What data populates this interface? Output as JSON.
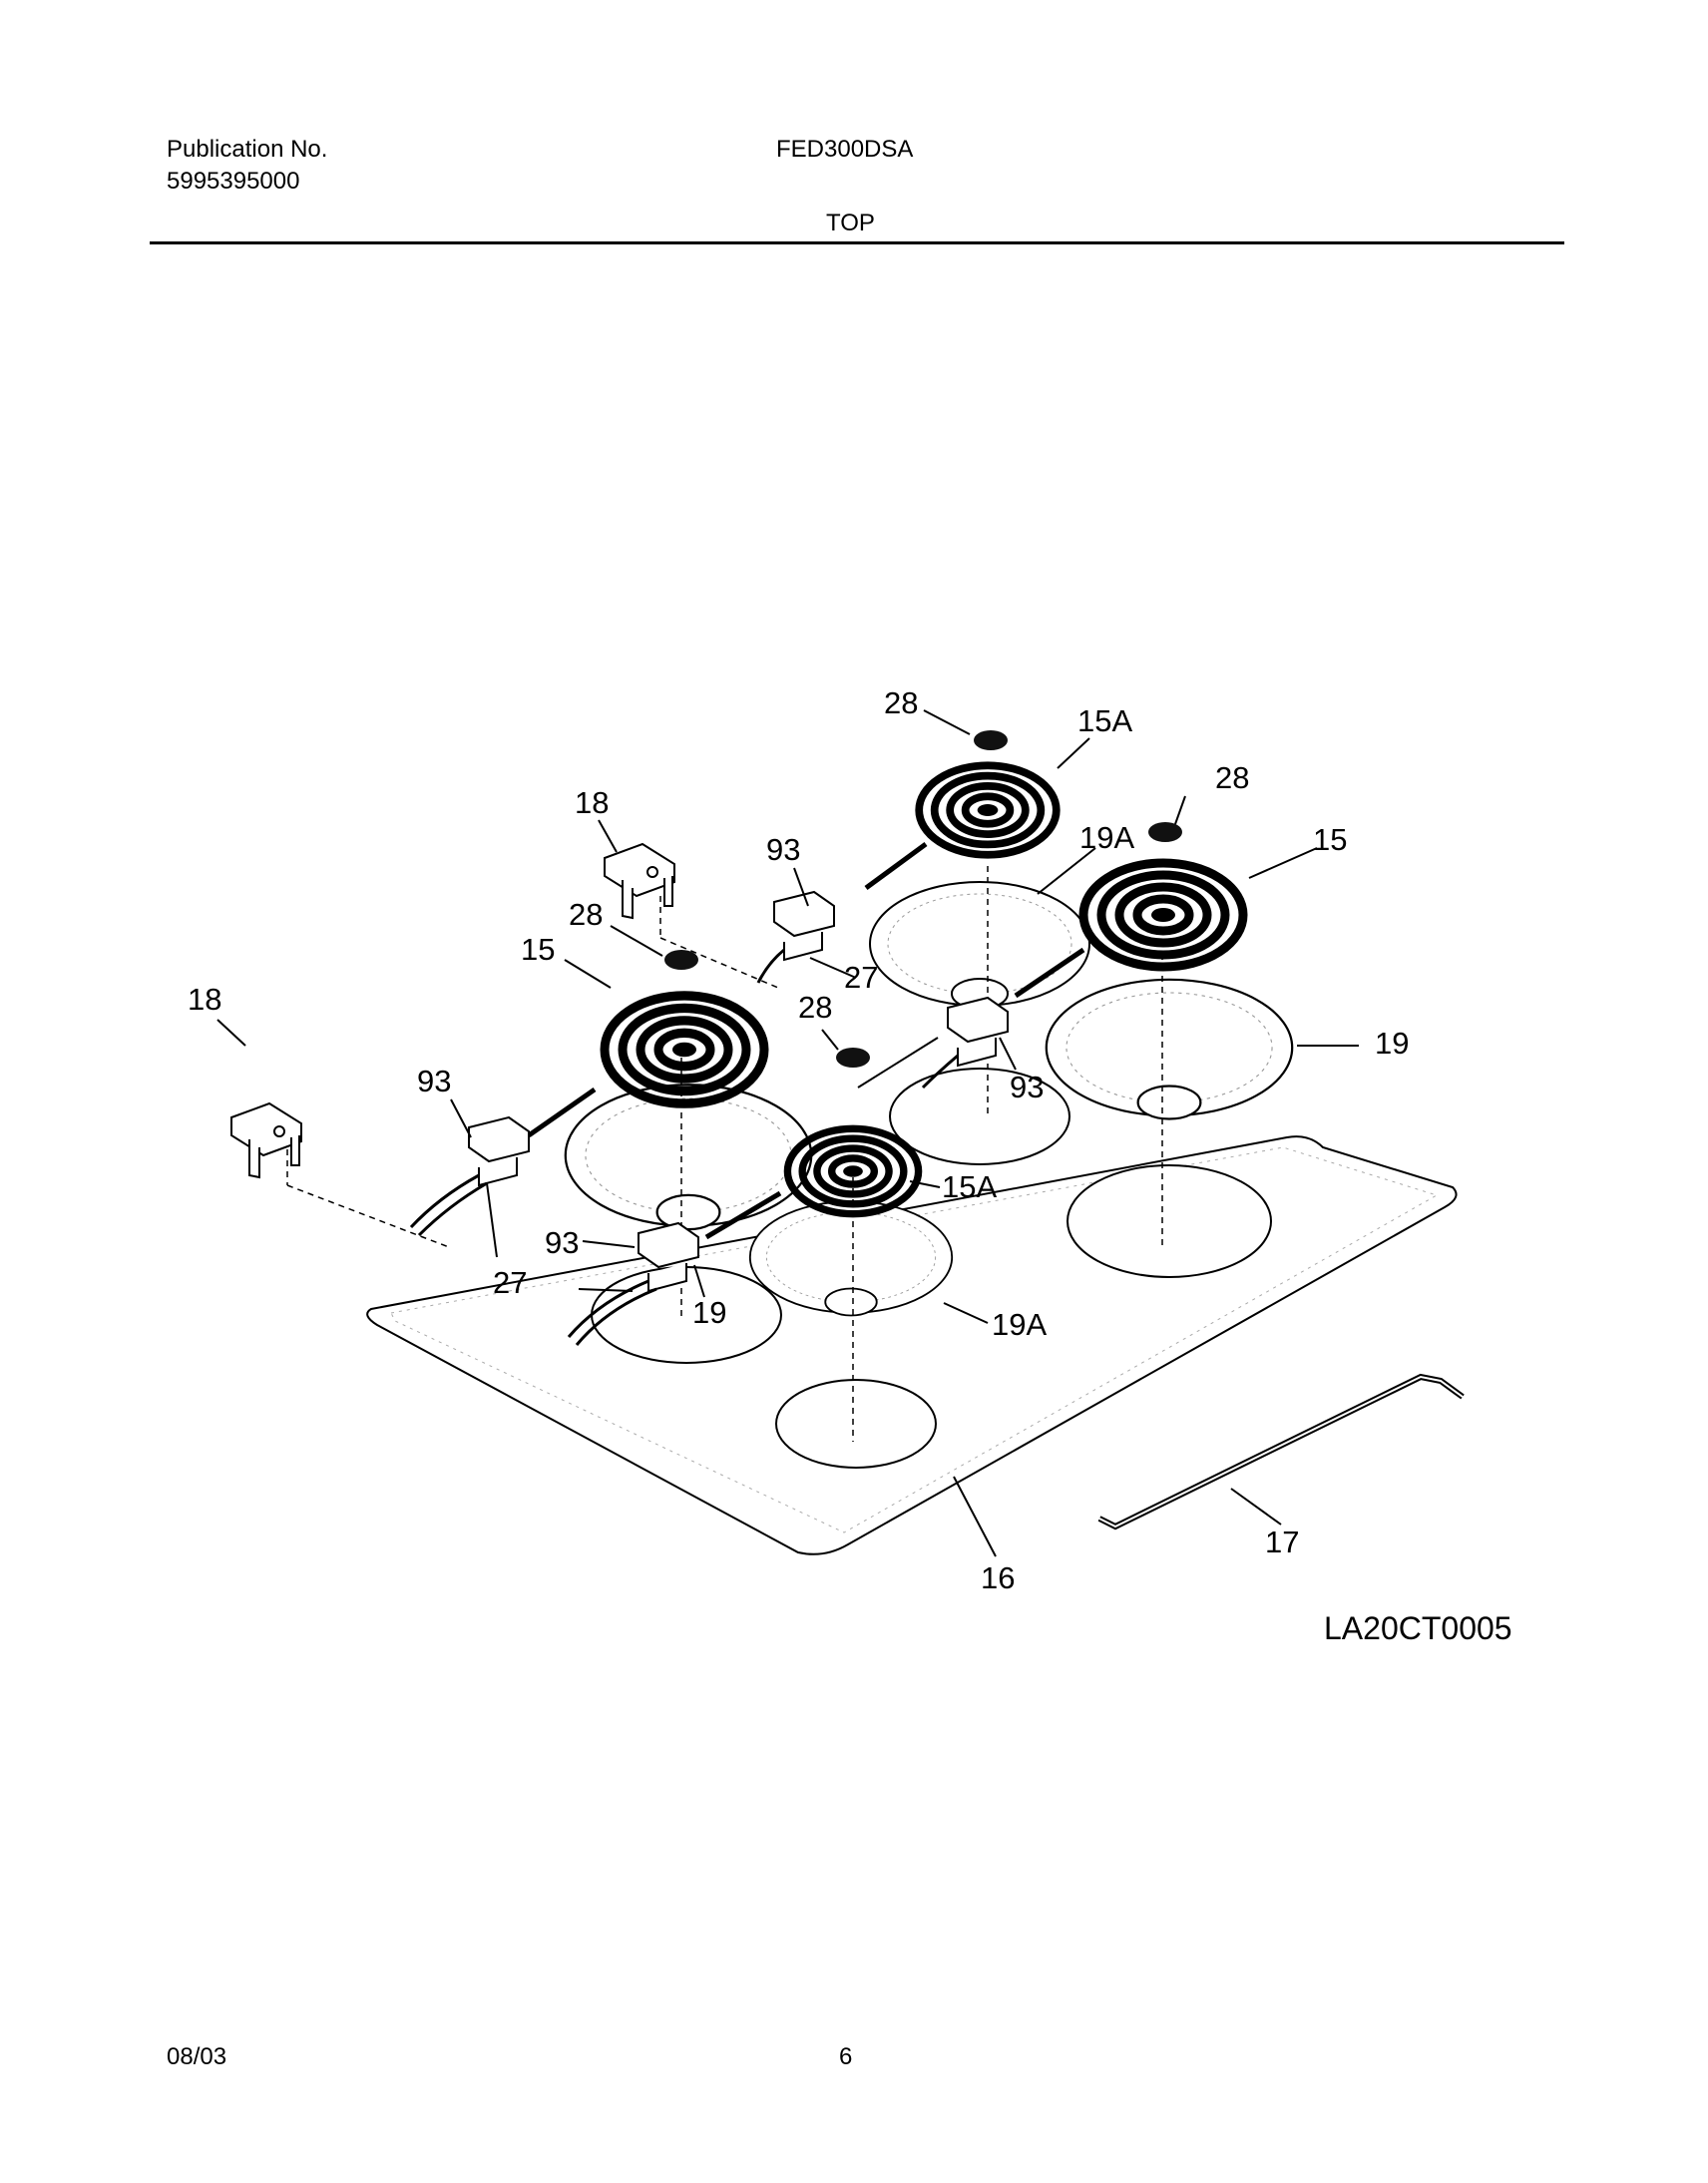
{
  "header": {
    "publication_label": "Publication No.",
    "publication_number": "5995395000",
    "model": "FED300DSA",
    "section": "TOP"
  },
  "diagram": {
    "reference_code": "LA20CT0005",
    "callouts": {
      "c28a": "28",
      "c15a_top": "15A",
      "c28b": "28",
      "c15_right": "15",
      "c19a_top": "19A",
      "c18_top": "18",
      "c93_top": "93",
      "c28c": "28",
      "c15_left": "15",
      "c27_mid": "27",
      "c28d": "28",
      "c18_left": "18",
      "c93_left": "93",
      "c93_right": "93",
      "c19_right": "19",
      "c15a_front": "15A",
      "c93_front": "93",
      "c27_front": "27",
      "c19_front": "19",
      "c19a_front": "19A",
      "c17": "17",
      "c16": "16"
    }
  },
  "footer": {
    "date": "08/03",
    "page_number": "6"
  }
}
